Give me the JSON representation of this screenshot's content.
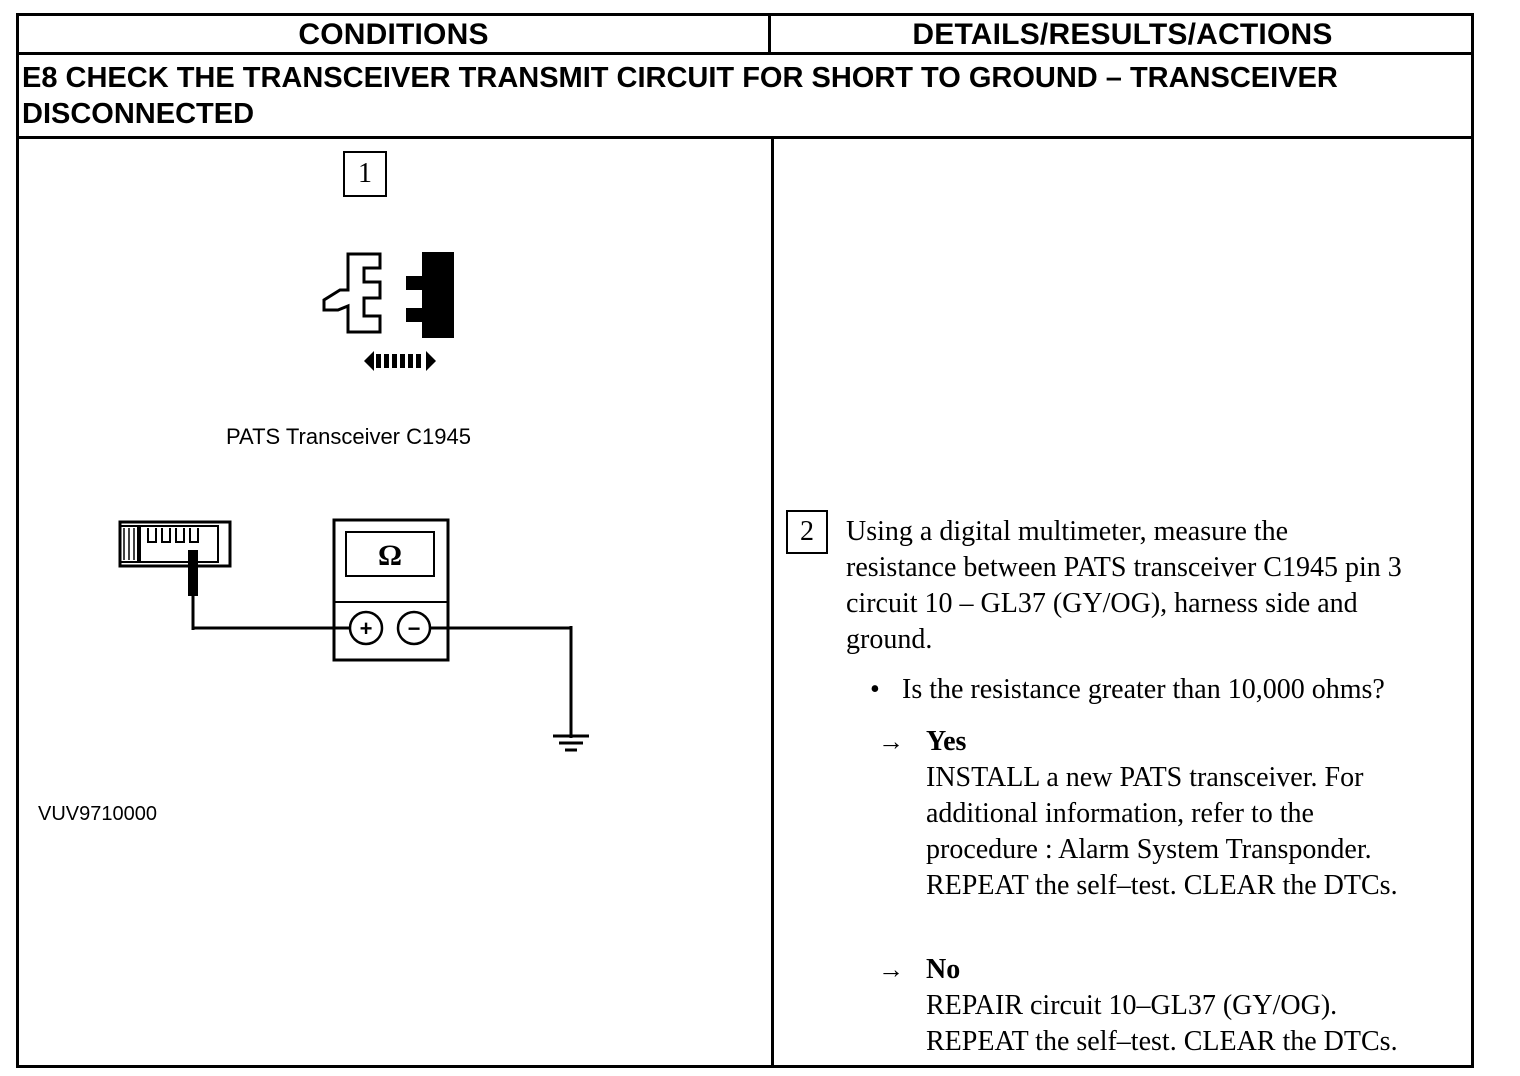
{
  "header": {
    "col1": "CONDITIONS",
    "col2": "DETAILS/RESULTS/ACTIONS"
  },
  "step": {
    "title_line1": "E8   CHECK THE TRANSCEIVER TRANSMIT CIRCUIT FOR SHORT TO GROUND – TRANSCEIVER",
    "title_line2": "DISCONNECTED"
  },
  "left": {
    "step1_number": "1",
    "connector_caption": "PATS Transceiver C1945",
    "meter_symbol": "Ω",
    "plus": "+",
    "minus": "−",
    "figure_id": "VUV9710000"
  },
  "right": {
    "step2_number": "2",
    "instruction_lines": [
      "Using a digital multimeter, measure the",
      "resistance between PATS transceiver C1945 pin 3",
      "circuit 10 – GL37 (GY/OG), harness side and",
      "ground."
    ],
    "question": "Is the resistance greater than 10,000 ohms?",
    "arrow": "→",
    "yes": {
      "label": "Yes",
      "lines": [
        "INSTALL a new PATS transceiver. For",
        "additional information, refer to the",
        "procedure : Alarm System Transponder.",
        "REPEAT the self–test. CLEAR the DTCs."
      ]
    },
    "no": {
      "label": "No",
      "lines": [
        "REPAIR circuit 10–GL37 (GY/OG).",
        "REPEAT the self–test. CLEAR the DTCs."
      ]
    }
  }
}
